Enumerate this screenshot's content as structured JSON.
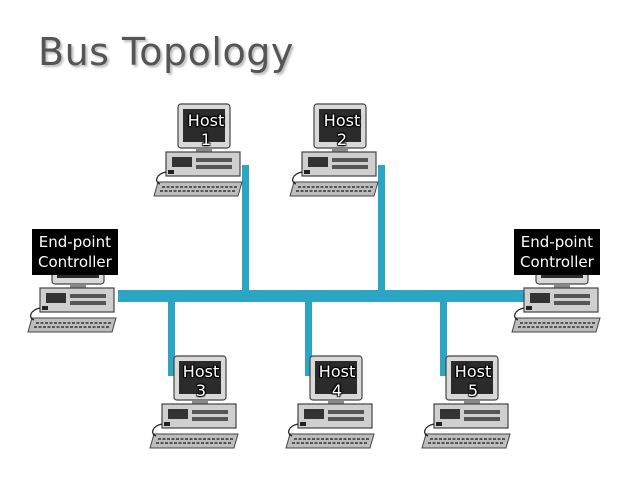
{
  "title": "Bus Topology",
  "colors": {
    "bus": "#2aa6c4",
    "title": "#555555",
    "label_bg": "#000000"
  },
  "hosts": [
    {
      "word": "Host",
      "num": "1"
    },
    {
      "word": "Host",
      "num": "2"
    },
    {
      "word": "Host",
      "num": "3"
    },
    {
      "word": "Host",
      "num": "4"
    },
    {
      "word": "Host",
      "num": "5"
    }
  ],
  "controllers": [
    {
      "line1": "End-point",
      "line2": "Controller"
    },
    {
      "line1": "End-point",
      "line2": "Controller"
    }
  ]
}
